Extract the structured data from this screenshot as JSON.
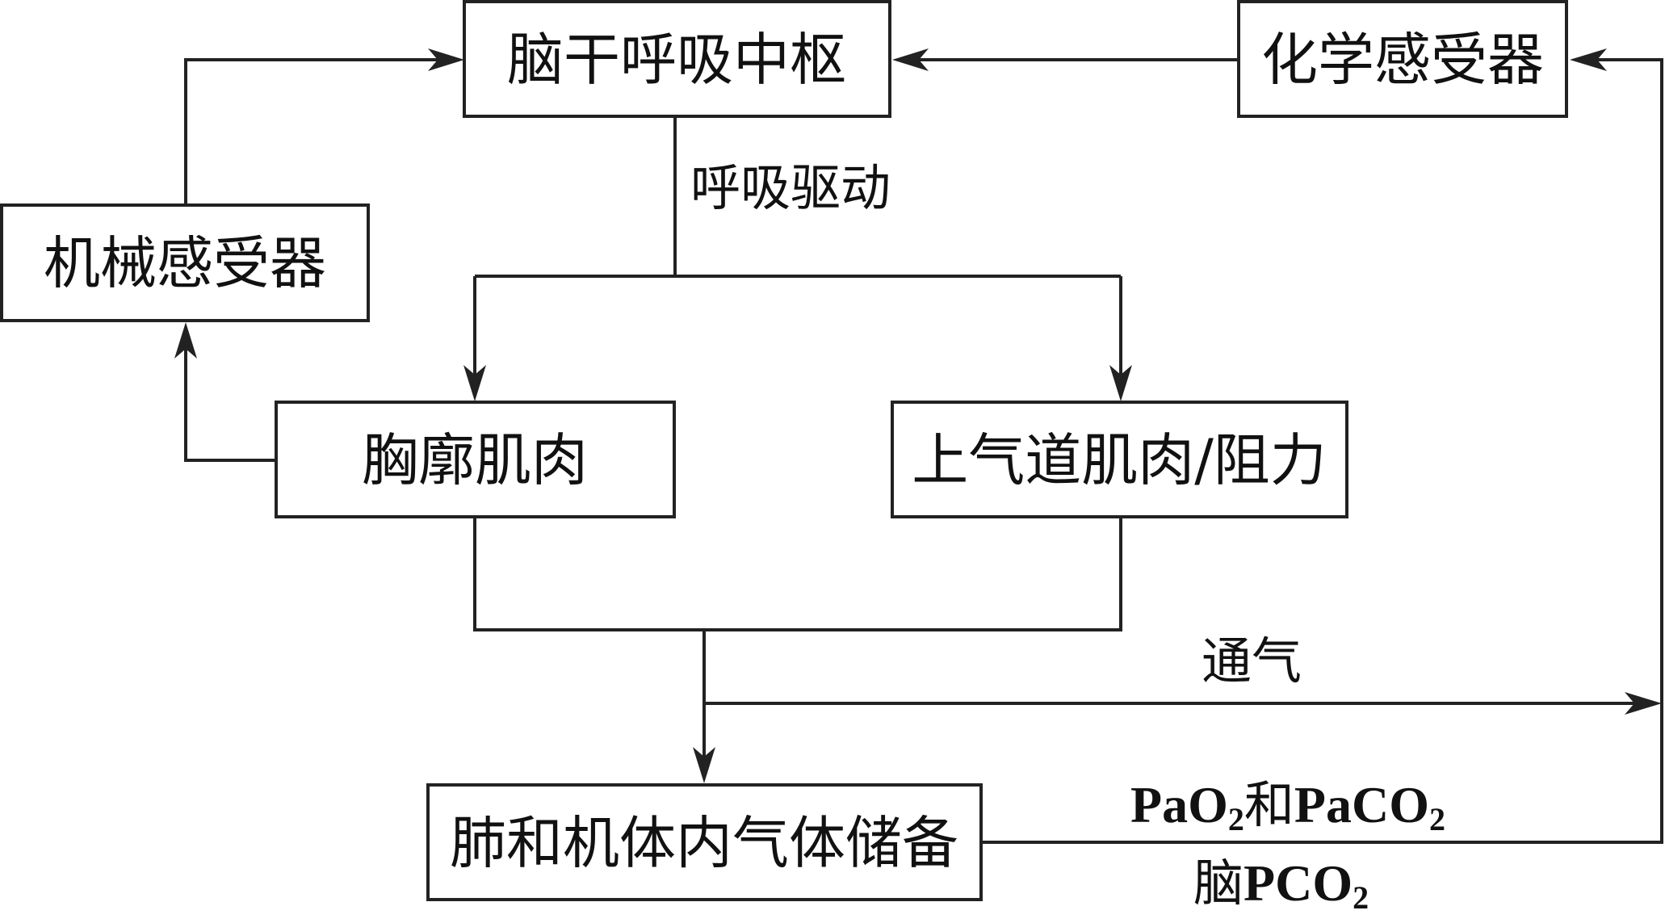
{
  "boxes": {
    "brainstem": "脑干呼吸中枢",
    "chemoreceptor": "化学感受器",
    "mechanoreceptor": "机械感受器",
    "chest_muscle": "胸廓肌肉",
    "upper_airway": "上气道肌肉/阻力",
    "gas_store": "肺和机体内气体储备"
  },
  "labels": {
    "drive": "呼吸驱动",
    "ventilation": "通气",
    "pao2_p": "PaO",
    "pao2_sub": "2",
    "pao2_and": "和",
    "paco2_p": "PaCO",
    "paco2_sub": "2",
    "brain_prefix": "脑",
    "brain_pco2": "PCO",
    "brain_sub": "2"
  }
}
